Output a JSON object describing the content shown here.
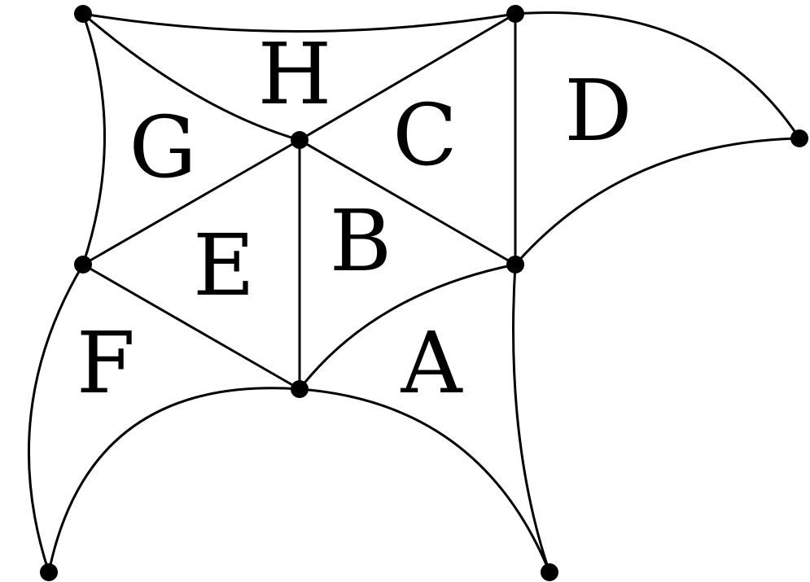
{
  "diagram": {
    "region_labels": {
      "a": "A",
      "b": "B",
      "c": "C",
      "d": "D",
      "e": "E",
      "f": "F",
      "g": "G",
      "h": "H"
    },
    "colors": {
      "stroke": "#000000",
      "vertex": "#000000",
      "background": "#ffffff"
    }
  }
}
